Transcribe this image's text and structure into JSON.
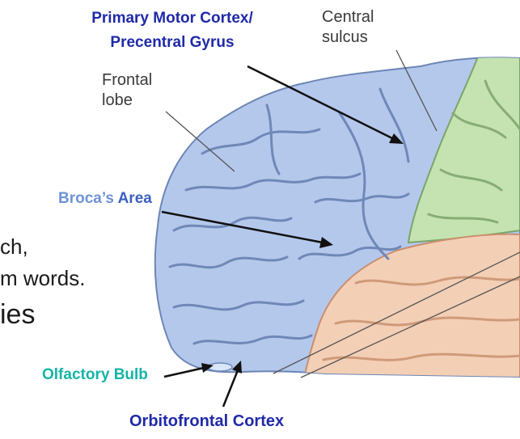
{
  "colors": {
    "dark_blue_label": "#1f2aa8",
    "broca_label": "#6f93d6",
    "olfactory_label": "#14b5a5",
    "frontal_lobe": "#b4c8ec",
    "parietal_lobe": "#c4e3b0",
    "temporal_lobe": "#f3cfb6",
    "arrow": "#111111"
  },
  "labels": {
    "motor_line1": "Primary Motor Cortex/",
    "motor_line2": "Precentral Gyrus",
    "central_line1": "Central",
    "central_line2": "sulcus",
    "frontal_line1": "Frontal",
    "frontal_line2": "lobe",
    "broca_part1": "Broca’s",
    "broca_part2": "Area",
    "olfactory": "Olfactory Bulb",
    "orbitofrontal": "Orbitofrontal Cortex"
  },
  "background_text": {
    "line1": "ch,",
    "line2": "m words.",
    "line3": "ies"
  }
}
